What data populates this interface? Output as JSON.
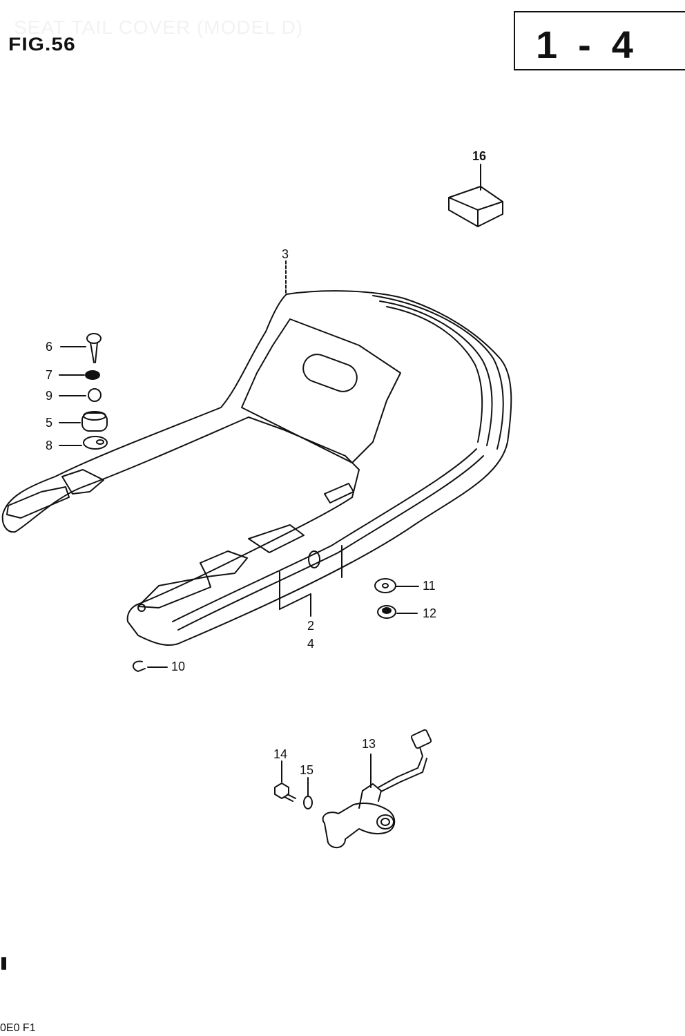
{
  "header": {
    "figure_label": "FIG.56",
    "faint_title": "SEAT TAIL COVER (MODEL D)",
    "page_code": "1-4"
  },
  "callouts": {
    "c2": "2",
    "c3": "3",
    "c4": "4",
    "c5": "5",
    "c6": "6",
    "c7": "7",
    "c8": "8",
    "c9": "9",
    "c10": "10",
    "c11": "11",
    "c12": "12",
    "c13": "13",
    "c14": "14",
    "c15": "15",
    "c16": "16"
  },
  "footer": {
    "code": "0E0 F1"
  },
  "colors": {
    "ink": "#111111",
    "paper": "#ffffff"
  }
}
